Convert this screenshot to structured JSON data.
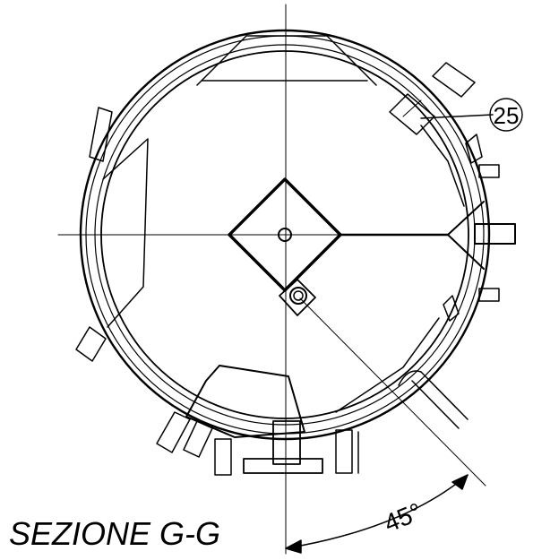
{
  "drawing": {
    "section_title": "SEZIONE G-G",
    "callout_number": "25",
    "angle_label": "45°"
  }
}
